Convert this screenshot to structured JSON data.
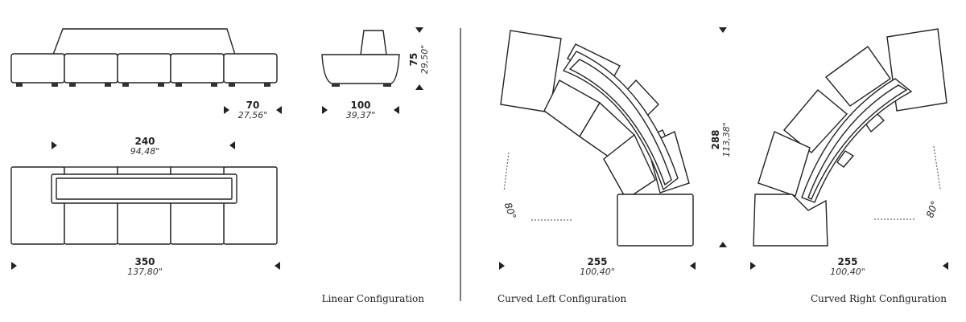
{
  "linear": {
    "caption": "Linear Configuration",
    "module_width": {
      "cm": "70",
      "in": "27,56\""
    },
    "depth": {
      "cm": "100",
      "in": "39,37\""
    },
    "height": {
      "cm": "75",
      "in": "29,50\""
    },
    "backrest_width": {
      "cm": "240",
      "in": "94,48\""
    },
    "total_width": {
      "cm": "350",
      "in": "137,80\""
    }
  },
  "curved_left": {
    "caption": "Curved Left Configuration",
    "width": {
      "cm": "255",
      "in": "100,40\""
    },
    "angle": "80°"
  },
  "curved_right": {
    "caption": "Curved Right Configuration",
    "width": {
      "cm": "255",
      "in": "100,40\""
    },
    "angle": "80°"
  },
  "curved_depth": {
    "cm": "288",
    "in": "113,38\""
  }
}
